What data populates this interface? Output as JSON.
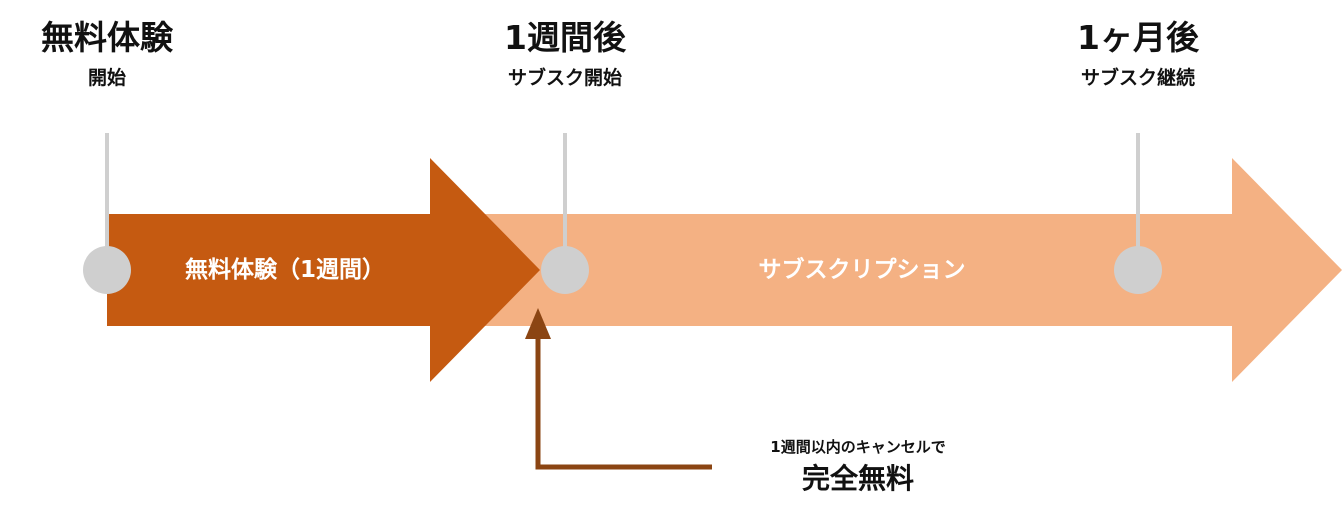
{
  "milestones": [
    {
      "title": "無料体験",
      "subtitle": "開始"
    },
    {
      "title": "1週間後",
      "subtitle": "サブスク開始"
    },
    {
      "title": "1ヶ月後",
      "subtitle": "サブスク継続"
    }
  ],
  "phases": {
    "trial": "無料体験（1週間）",
    "subscription": "サブスクリプション"
  },
  "note": {
    "line1": "1週間以内のキャンセルで",
    "line2": "完全無料"
  },
  "colors": {
    "trial": "#c55a11",
    "subscription": "#f4b183",
    "connector": "#8b4513",
    "marker": "#cfcfcf"
  }
}
